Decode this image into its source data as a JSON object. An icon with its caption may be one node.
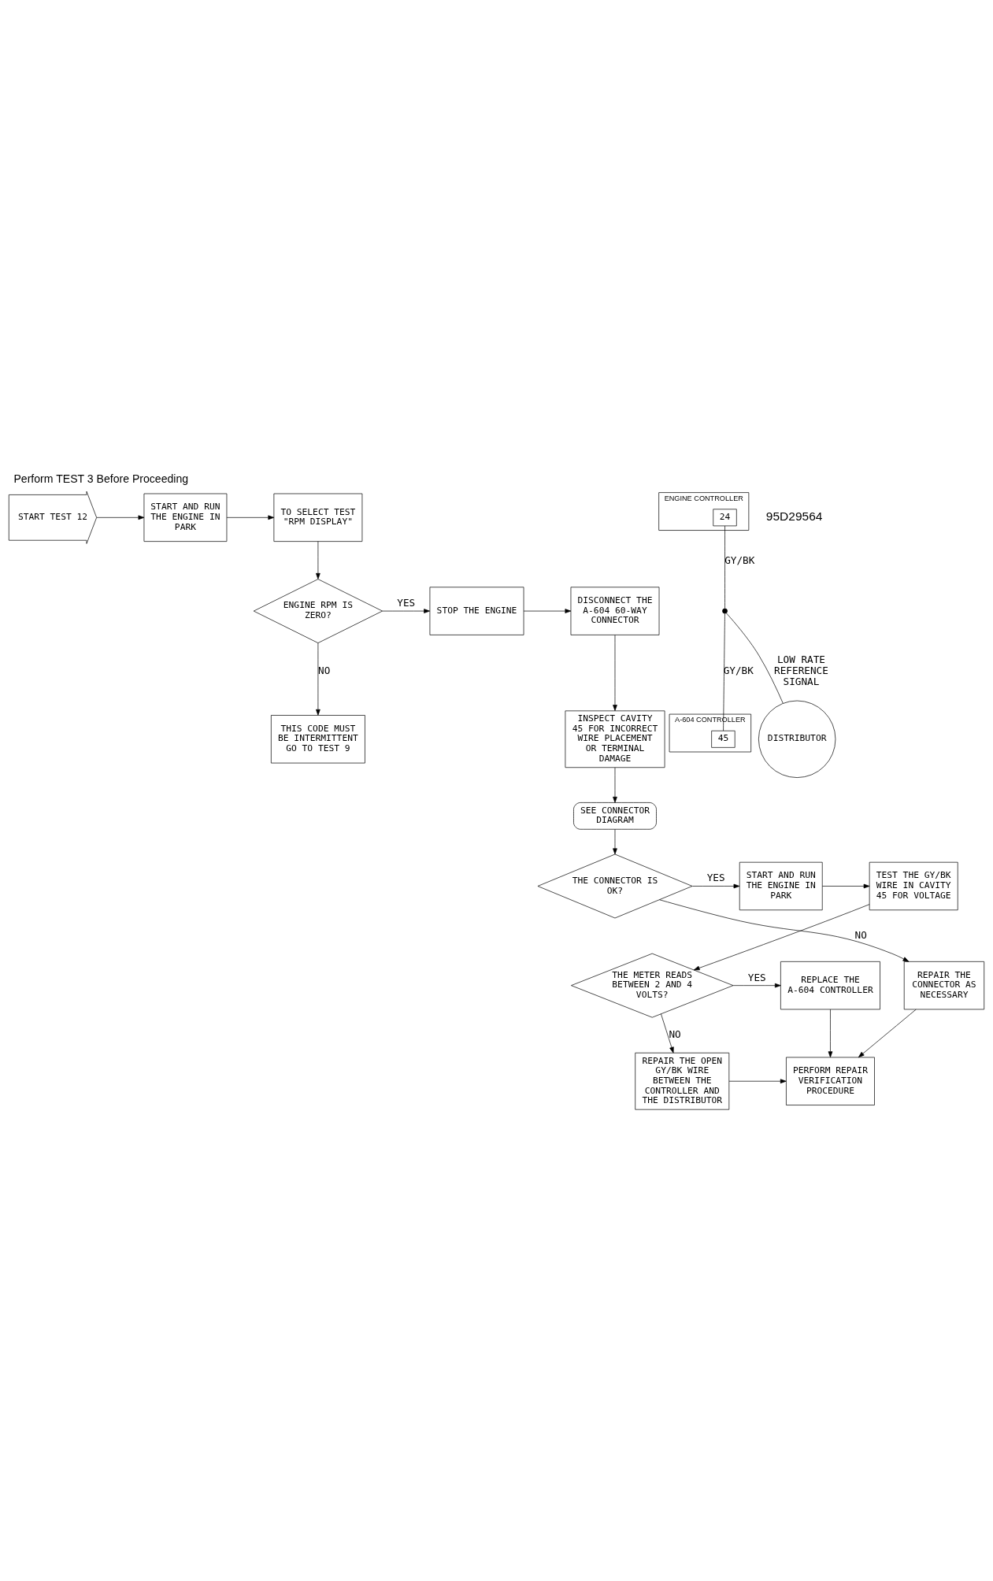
{
  "diagram": {
    "title": "Perform TEST 3 Before Proceeding",
    "nodes": [
      {
        "text": [
          "START TEST 12"
        ]
      },
      {
        "text": [
          "START AND RUN THE ENGINE IN PARK"
        ]
      },
      {
        "text": [
          "TO SELECT TEST \"RPM DISPLAY\""
        ]
      },
      {
        "text": [
          "ENGINE RPM IS ZERO?"
        ]
      },
      {
        "text": [
          "STOP THE ENGINE"
        ]
      },
      {
        "text": [
          "DISCONNECT THE A-604 60-WAY CONNECTOR"
        ]
      },
      {
        "text": [
          "THIS CODE MUST BE INTERMITTENT GO TO TEST 9"
        ]
      },
      {
        "text": [
          "INSPECT CAVITY 45 FOR INCORRECT WIRE PLACEMENT OR TERMINAL DAMAGE"
        ]
      },
      {
        "text": [
          "SEE CONNECTOR DIAGRAM"
        ]
      },
      {
        "text": [
          "THE CONNECTOR IS OK?"
        ]
      },
      {
        "text": [
          "START AND RUN THE ENGINE IN PARK"
        ]
      },
      {
        "text": [
          "TEST THE GY/BK WIRE IN CAVITY 45 FOR VOLTAGE"
        ]
      },
      {
        "text": [
          "REPAIR THE CONNECTOR AS NECESSARY"
        ]
      },
      {
        "text": [
          "REPLACE THE A-604 CONTROLLER"
        ]
      },
      {
        "text": [
          "THE METER READS BETWEEN 2 AND 4 VOLTS?"
        ]
      },
      {
        "text": [
          "PERFORM REPAIR VERIFICATION PROCEDURE"
        ]
      },
      {
        "text": [
          "REPAIR THE OPEN GY/BK WIRE BETWEEN THE CONTROLLER AND THE DISTRIBUTOR"
        ]
      },
      {
        "text": [
          "ENGINE CONTROLLER"
        ]
      },
      {
        "text": [
          "24"
        ],
        "in": 17
      },
      {
        "text": [
          "A-604 CONTROLLER"
        ]
      },
      {
        "text": [
          "45"
        ],
        "in": 19
      },
      {
        "text": [],
        "shape": "circle"
      },
      {
        "text": [
          "DISTRIBUTOR"
        ]
      }
    ],
    "edges": [
      {
        "from": 0,
        "to": 1,
        "arrow": "to"
      },
      {
        "from": 1,
        "to": 2,
        "arrow": "to"
      },
      {
        "from": 2,
        "to": 3,
        "arrow": "to"
      },
      {
        "from": 3,
        "to": 4,
        "label": "YES",
        "arrow": "to"
      },
      {
        "from": 4,
        "to": 5,
        "arrow": "to"
      },
      {
        "from": 3,
        "to": 6,
        "label": "NO",
        "arrow": "to"
      },
      {
        "from": 5,
        "to": 7,
        "arrow": "to"
      },
      {
        "from": 7,
        "to": 8,
        "arrow": "to"
      },
      {
        "from": 8,
        "to": 9,
        "arrow": "to"
      },
      {
        "from": 9,
        "to": 10,
        "label": "YES",
        "arrow": "to"
      },
      {
        "from": 10,
        "to": 11,
        "arrow": "to"
      },
      {
        "from": 9,
        "to": 12,
        "label": "NO",
        "arrow": "to"
      },
      {
        "from": 11,
        "to": 14,
        "arrow": "to"
      },
      {
        "from": 14,
        "to": 13,
        "label": "YES",
        "arrow": "to"
      },
      {
        "from": 14,
        "to": 16,
        "label": "NO",
        "arrow": "to"
      },
      {
        "from": 13,
        "to": 15,
        "arrow": "to"
      },
      {
        "from": 12,
        "to": 15,
        "arrow": "to"
      },
      {
        "from": 16,
        "to": 15,
        "arrow": "to"
      },
      {
        "from": 18,
        "to": 21,
        "label": "GY/BK",
        "arrow": "none"
      },
      {
        "from": 21,
        "to": 20,
        "label": "GY/BK",
        "arrow": "none"
      },
      {
        "from": 21,
        "to": 22,
        "label": "LOW RATE REFERENCE SIGNAL",
        "arrow": "none"
      }
    ],
    "labels": [
      "95D29564"
    ]
  }
}
